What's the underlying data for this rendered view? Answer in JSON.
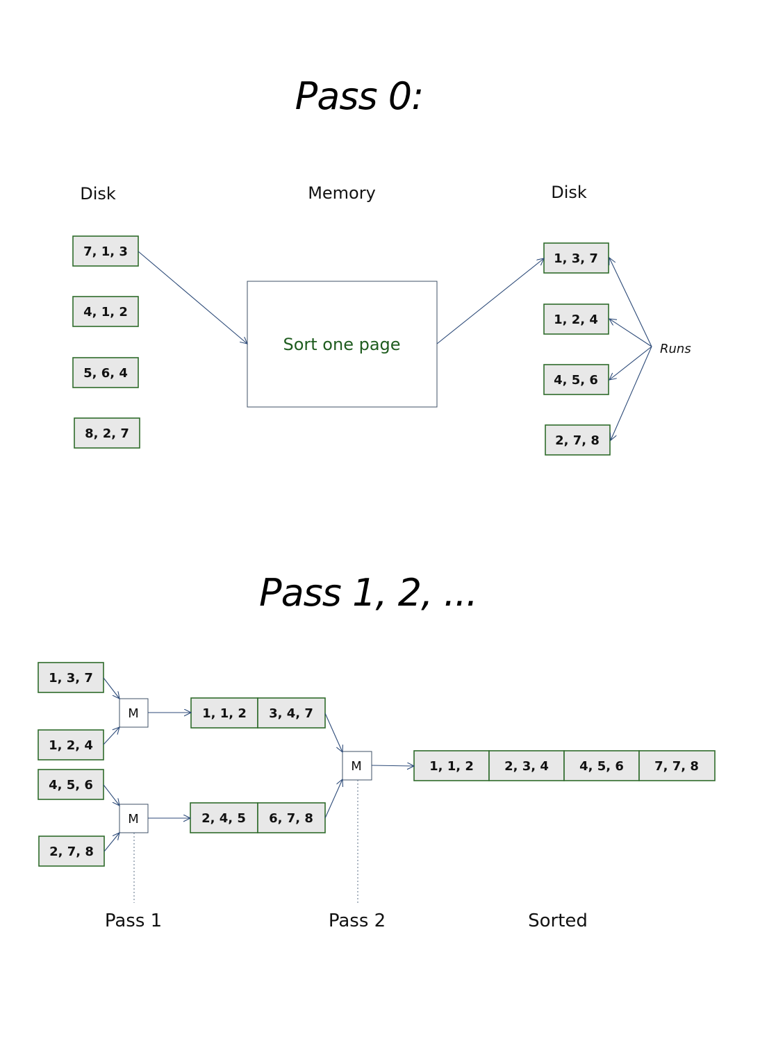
{
  "pass0": {
    "title": "Pass 0:",
    "labels": {
      "disk_in": "Disk",
      "memory": "Memory",
      "disk_out": "Disk"
    },
    "input_pages": [
      "7, 1, 3",
      "4, 1, 2",
      "5, 6, 4",
      "8, 2, 7"
    ],
    "memory_box": "Sort one page",
    "runs": [
      "1, 3, 7",
      "1, 2, 4",
      "4, 5, 6",
      "2, 7, 8"
    ],
    "runs_label": "Runs"
  },
  "pass1": {
    "title": "Pass 1, 2, ...",
    "input_runs": [
      "1, 3, 7",
      "1, 2, 4",
      "4, 5, 6",
      "2, 7, 8"
    ],
    "merge_label": "M",
    "merged_top": [
      "1, 1, 2",
      "3, 4, 7"
    ],
    "merged_bottom": [
      "2, 4, 5",
      "6, 7, 8"
    ],
    "sorted": [
      "1, 1, 2",
      "2, 3, 4",
      "4, 5, 6",
      "7, 7, 8"
    ],
    "labels": {
      "pass1": "Pass 1",
      "pass2": "Pass 2",
      "sorted": "Sorted"
    }
  },
  "colors": {
    "page_fill": "#e8e8e8",
    "page_border": "#2e6b2a",
    "arrow": "#2c4a78",
    "memory_text": "#1f5c1f"
  }
}
